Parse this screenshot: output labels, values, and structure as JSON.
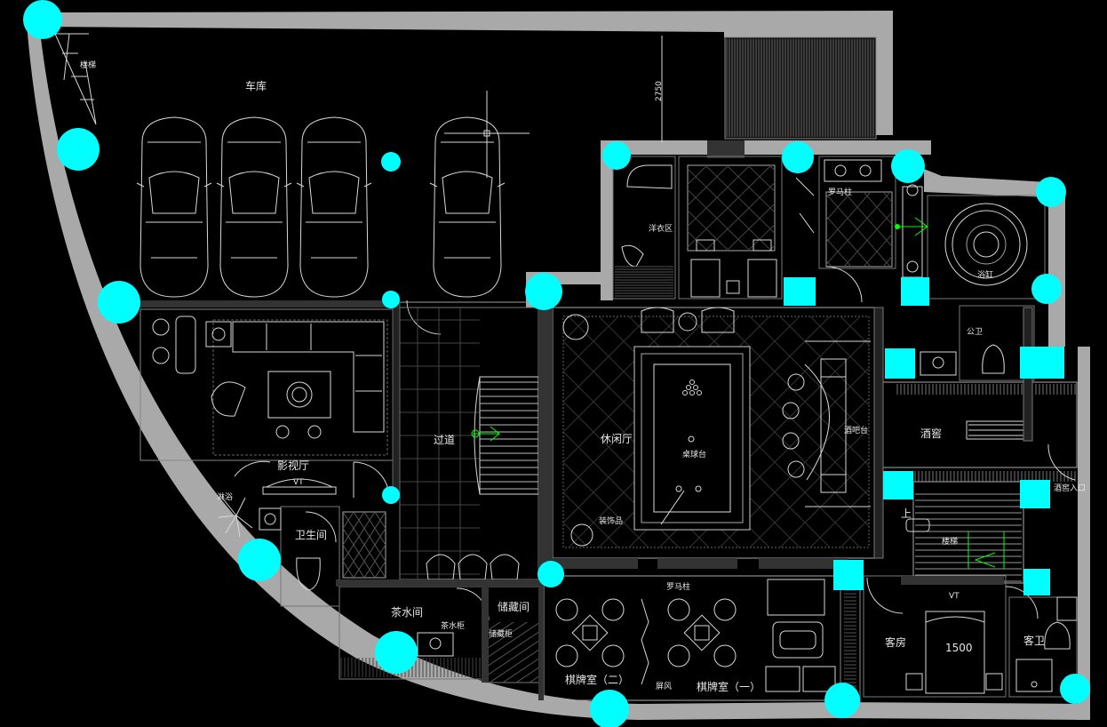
{
  "labels": {
    "garage": "车库",
    "stairs_rail": "楼梯",
    "dim_2750": "2750",
    "shoe_area": "洋衣区",
    "roman_col_1": "罗马柱",
    "jacuzzi": "浴缸",
    "media_room": "影视厅",
    "tv": "VT",
    "corridor": "过道",
    "lounge": "休闲厅",
    "billiard": "桌球台",
    "bar": "酒吧台",
    "wine_cellar": "酒窖",
    "bath_room": "卫生间",
    "public_wc": "公卫",
    "shower": "淋浴",
    "tea_room": "茶水间",
    "tea_counter": "茶水柜",
    "storage": "储藏间",
    "ornament": "装饰品",
    "roman_col_2": "罗马柱",
    "card_room_2": "棋牌室（二）",
    "card_room_1": "棋牌室（一）",
    "screen": "屏风",
    "guest_room": "客房",
    "bed_size": "1500",
    "guest_wc": "客卫",
    "cellar_entry": "酒窖入口",
    "up": "上",
    "tv2": "VT",
    "storage_note": "储藏柜",
    "stair_note": "楼梯"
  },
  "colors": {
    "background": "#000000",
    "wall": "#a9a9a9",
    "column_marker": "#00ffff",
    "line": "#d8d8d8",
    "accent_green": "#00ff00"
  }
}
